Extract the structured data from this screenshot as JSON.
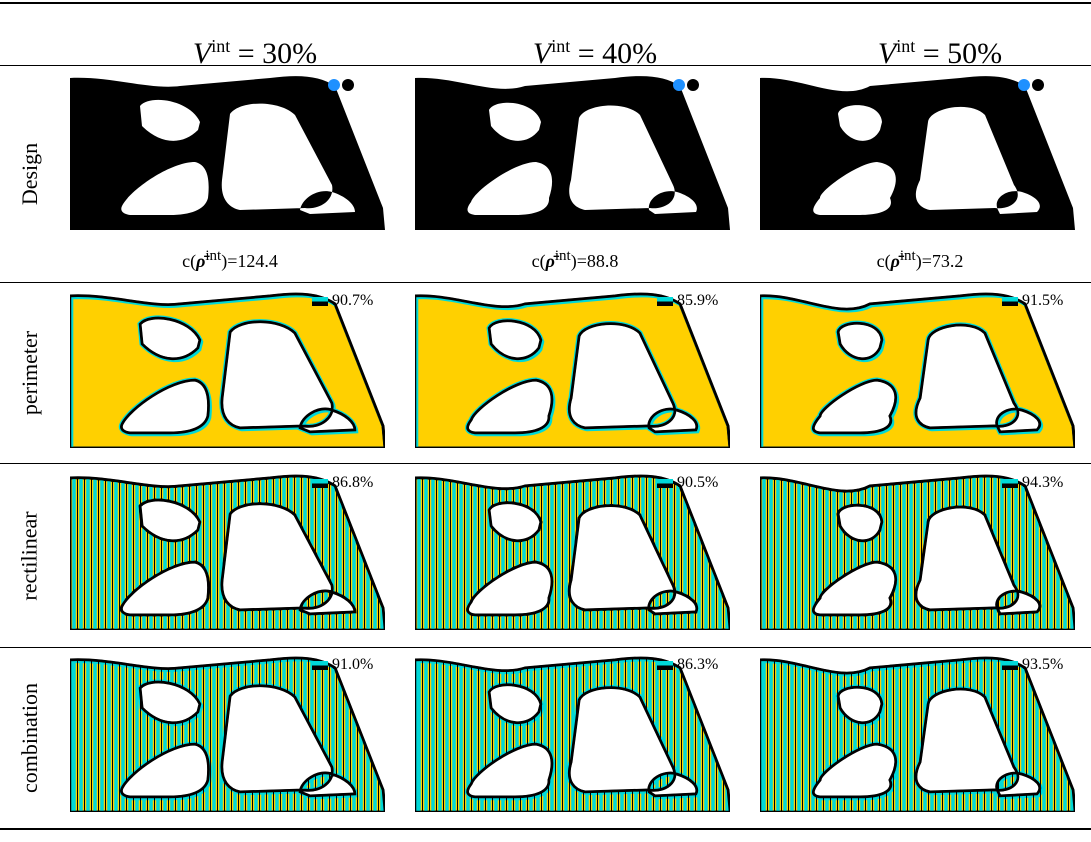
{
  "columns": [
    {
      "label": "30%",
      "compliance": "=124.4"
    },
    {
      "label": "40%",
      "compliance": "=88.8"
    },
    {
      "label": "50%",
      "compliance": "=73.2"
    }
  ],
  "header_symbol": "V",
  "header_sup": "int",
  "compliance_prefix": "c(",
  "compliance_rho": "ρ̄",
  "compliance_sup": "int",
  "compliance_close": ")",
  "rows": [
    {
      "label": "Design"
    },
    {
      "label": "perimeter",
      "coverage": [
        "90.7%",
        "85.9%",
        "91.5%"
      ]
    },
    {
      "label": "rectilinear",
      "coverage": [
        "86.8%",
        "90.5%",
        "94.3%"
      ]
    },
    {
      "label": "combination",
      "coverage": [
        "91.0%",
        "86.3%",
        "93.5%"
      ]
    }
  ],
  "colors": {
    "solid": "#000000",
    "fill": "#ffd000",
    "path": "#00d8d8",
    "dot_blue": "#1e90ff",
    "dot_black": "#000000"
  }
}
